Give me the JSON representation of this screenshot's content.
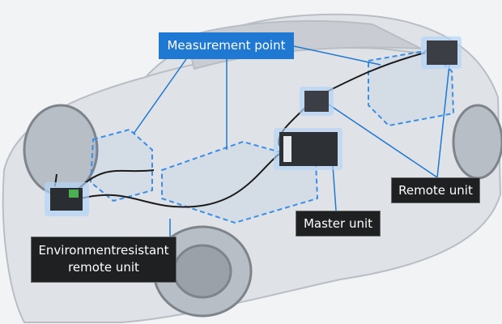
{
  "labels": {
    "measurement_point": "Measurement point",
    "remote_unit": "Remote unit",
    "master_unit": "Master unit",
    "env_remote_unit_line1": "Environmentresistant",
    "env_remote_unit_line2": "remote unit"
  },
  "colors": {
    "accent_blue": "#1f78d1",
    "dashed_zone": "#3a8ee6",
    "label_dark": "#1f2022"
  }
}
